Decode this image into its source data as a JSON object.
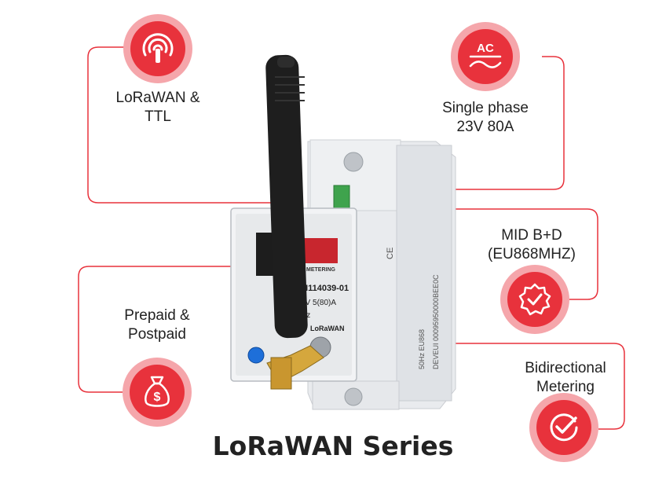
{
  "title": "LoRaWAN Series",
  "accent_color": "#e8323c",
  "features": [
    {
      "icon": "antenna-signal-icon",
      "lines": [
        "LoRaWAN &",
        "TTL"
      ]
    },
    {
      "icon": "ac-wave-icon",
      "icon_text": "AC",
      "lines": [
        "Single phase",
        "23V 80A"
      ]
    },
    {
      "icon": "certified-badge-icon",
      "lines": [
        "MID B+D",
        "(EU868MHZ)"
      ]
    },
    {
      "icon": "money-bag-icon",
      "icon_text": "$",
      "lines": [
        "Prepaid &",
        "Postpaid"
      ]
    },
    {
      "icon": "check-circle-icon",
      "lines": [
        "Bidirectional",
        "Metering"
      ]
    }
  ],
  "device": {
    "brand": "METERING",
    "model": "M114039-01",
    "rating": "0V  5(80)A",
    "freq": "Hz",
    "port_label": "LoRaWAN",
    "side_text": "DEVEUI 00095950000BEE0C",
    "side_text_2": "50Hz  EU868",
    "ce_mark": "CE"
  }
}
